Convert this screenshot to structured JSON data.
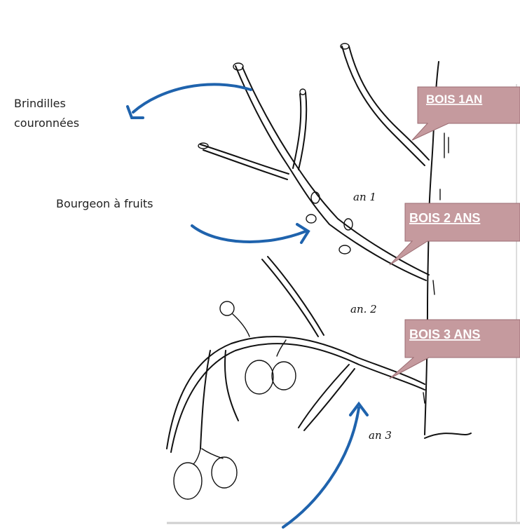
{
  "labels": {
    "brindilles_line1": "Brindilles",
    "brindilles_line2": "couronnées",
    "bourgeon": "Bourgeon à fruits"
  },
  "callouts": {
    "bois1": "BOIS 1AN",
    "bois2": "BOIS 2 ANS",
    "bois3": "BOIS 3 ANS"
  },
  "handwritten": {
    "an1": "an 1",
    "an2": "an. 2",
    "an3": "an 3"
  },
  "colors": {
    "arrow": "#1f63ad",
    "callout_fill": "#c59a9e",
    "callout_text": "#ffffff"
  }
}
